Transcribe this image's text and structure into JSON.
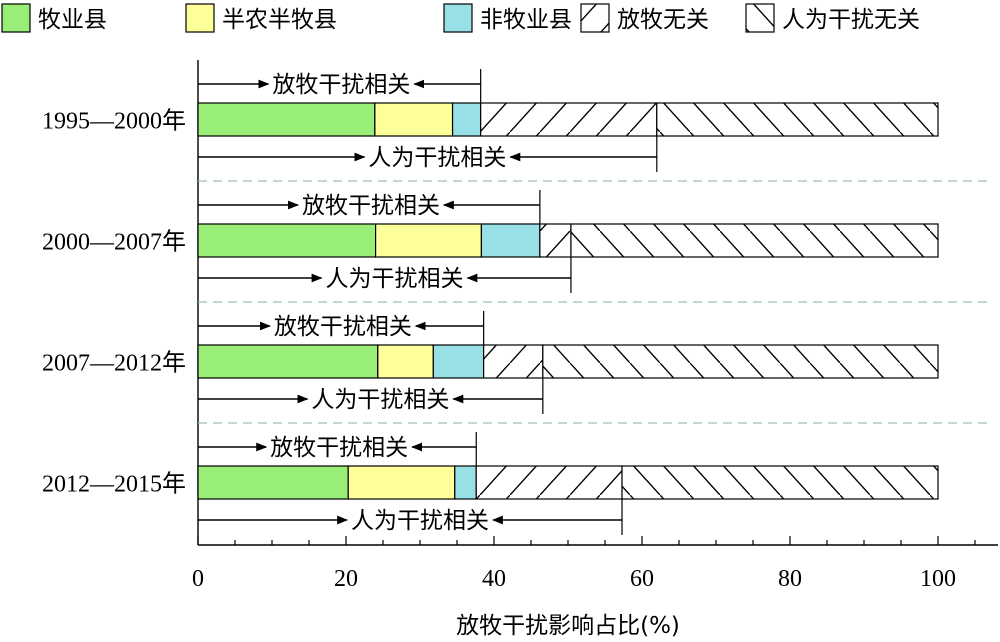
{
  "chart_data": {
    "type": "bar",
    "orientation": "horizontal",
    "stacked": true,
    "xlabel": "放牧干扰影响占比(%)",
    "xlim": [
      0,
      100
    ],
    "xticks": [
      0,
      20,
      40,
      60,
      80,
      100
    ],
    "categories": [
      "1995—2000年",
      "2000—2007年",
      "2007—2012年",
      "2012—2015年"
    ],
    "series": [
      {
        "name": "牧业县",
        "fill": "#99ee77",
        "pattern": "none",
        "values": [
          23.9,
          24.0,
          24.3,
          20.3
        ]
      },
      {
        "name": "半农半牧县",
        "fill": "#ffff99",
        "pattern": "none",
        "values": [
          10.5,
          14.3,
          7.5,
          14.4
        ]
      },
      {
        "name": "非牧业县",
        "fill": "#99e0e6",
        "pattern": "none",
        "values": [
          3.8,
          7.9,
          6.8,
          2.9
        ]
      },
      {
        "name": "放牧无关",
        "fill": "#ffffff",
        "pattern": "forward",
        "values": [
          23.8,
          4.2,
          8.0,
          19.7
        ]
      },
      {
        "name": "人为干扰无关",
        "fill": "#ffffff",
        "pattern": "backward",
        "values": [
          38.0,
          49.6,
          53.4,
          42.7
        ]
      }
    ],
    "annotations": {
      "grazing_label": "放牧干扰相关",
      "human_label": "人为干扰相关",
      "grazing_end": [
        38.2,
        46.2,
        38.6,
        37.6
      ],
      "human_end": [
        62.0,
        50.4,
        46.6,
        57.3
      ]
    },
    "legend_position": "top",
    "grid": false
  }
}
